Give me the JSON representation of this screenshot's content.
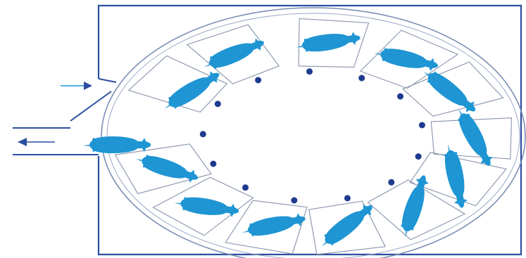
{
  "diagram": {
    "type": "rotary milking parlour (top view)",
    "stall_count": 13,
    "post_count": 13,
    "colors": {
      "outline": "#2b4ea0",
      "platform": "#7a8fb5",
      "stall": "#8793ab",
      "cow": "#1f95d3",
      "post": "#1e3b8f",
      "background": "#ffffff"
    },
    "icons": [
      "cow-icon",
      "entry-arrow-icon",
      "exit-arrow-icon",
      "post-marker-icon"
    ]
  }
}
